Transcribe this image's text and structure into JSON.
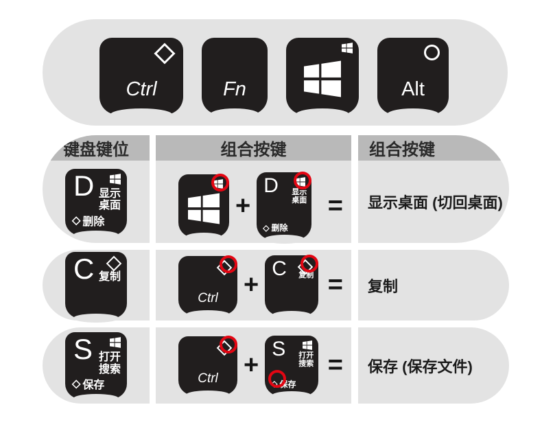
{
  "banner": {
    "ctrl_label": "Ctrl",
    "fn_label": "Fn",
    "alt_label": "Alt"
  },
  "headers": {
    "col1": "键盘键位",
    "col2": "组合按键",
    "col3": "组合按键"
  },
  "operators": {
    "plus": "+",
    "equals": "="
  },
  "rows": [
    {
      "key": {
        "letter": "D",
        "fn_line1": "显示",
        "fn_line2": "桌面",
        "bottom_icon": "◇",
        "bottom_text": "删除"
      },
      "combo": {
        "first": "win",
        "second": {
          "letter": "D",
          "fn_line1": "显示",
          "fn_line2": "桌面",
          "bottom_icon": "◇",
          "bottom_text": "删除"
        }
      },
      "result": "显示桌面 (切回桌面)"
    },
    {
      "key": {
        "letter": "C",
        "fn_line1": "复制",
        "fn_line2": ""
      },
      "combo": {
        "first": "ctrl",
        "ctrl_label": "Ctrl",
        "second": {
          "letter": "C",
          "fn_line1": "复制",
          "fn_line2": ""
        }
      },
      "result": "复制"
    },
    {
      "key": {
        "letter": "S",
        "fn_line1": "打开",
        "fn_line2": "搜索",
        "bottom_icon": "◇",
        "bottom_text": "保存"
      },
      "combo": {
        "first": "ctrl",
        "ctrl_label": "Ctrl",
        "second": {
          "letter": "S",
          "fn_line1": "打开",
          "fn_line2": "搜索",
          "bottom_icon": "◇",
          "bottom_text": "保存"
        }
      },
      "result": "保存 (保存文件)"
    }
  ],
  "icons": {
    "ctrl_corner": "diamond-outline-icon",
    "alt_corner": "circle-outline-icon",
    "win_corner": "windows-logo-small-icon",
    "win_center": "windows-logo-icon",
    "combo_highlight": "red-ring-highlight-icon",
    "bottom_diamond": "◇"
  },
  "colors": {
    "page_bg": "#ffffff",
    "panel_light": "#e3e3e3",
    "header_gray": "#b9b9b9",
    "key_black": "#211e1e",
    "highlight_red": "#e30613",
    "text_dark": "#1a1a1a"
  }
}
